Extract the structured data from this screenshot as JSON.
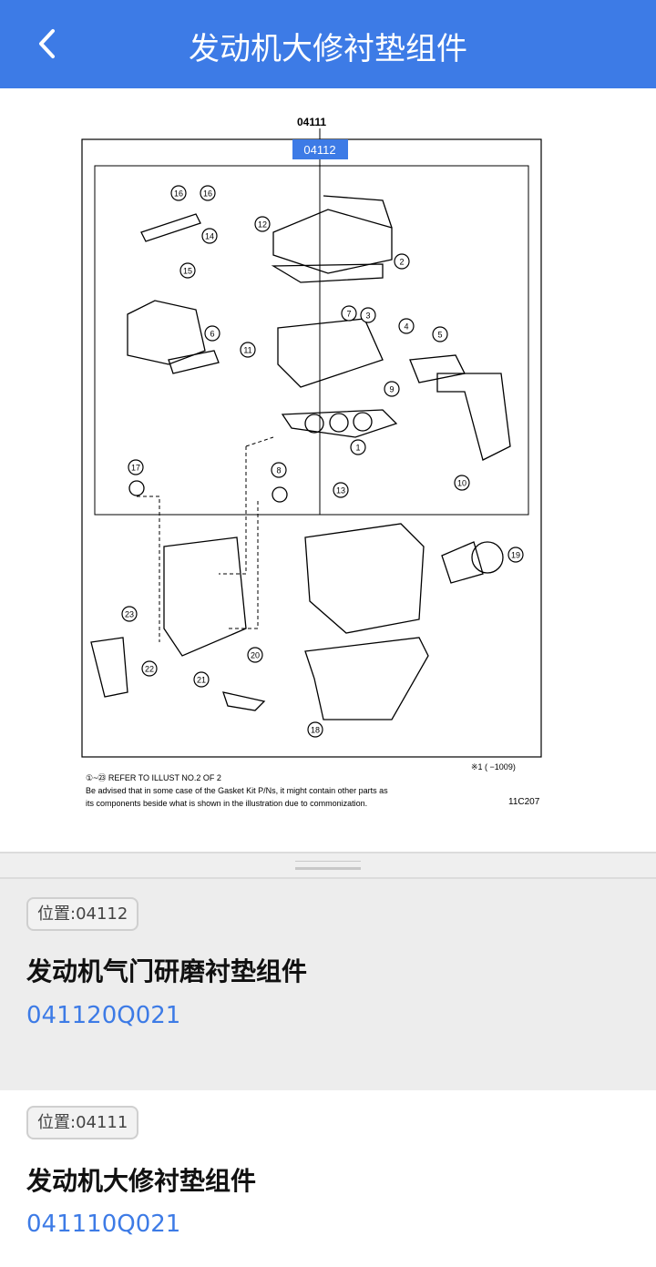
{
  "header": {
    "title": "发动机大修衬垫组件",
    "back_icon": "chevron-left-icon"
  },
  "diagram": {
    "top_label": "04111",
    "highlight_label": "04112",
    "callouts": [
      "16",
      "16",
      "12",
      "14",
      "15",
      "2",
      "7",
      "3",
      "4",
      "5",
      "6",
      "11",
      "9",
      "1",
      "17",
      "8",
      "13",
      "10",
      "19",
      "23",
      "22",
      "20",
      "21",
      "18"
    ],
    "note_mark": "※1",
    "note_right": "※1 (    −1009)",
    "refer_text": "①~㉓ REFER TO ILLUST NO.2 OF 2",
    "advice_line1": "Be advised that in some case of the Gasket Kit P/Ns,  it might contain other parts as",
    "advice_line2": "its components beside what is shown in the illustration due to commonization.",
    "figure_code": "11C207"
  },
  "parts": [
    {
      "position": "位置:04112",
      "name": "发动机气门研磨衬垫组件",
      "code": "041120Q021",
      "selected": true
    },
    {
      "position": "位置:04111",
      "name": "发动机大修衬垫组件",
      "code": "041110Q021",
      "selected": false
    }
  ]
}
